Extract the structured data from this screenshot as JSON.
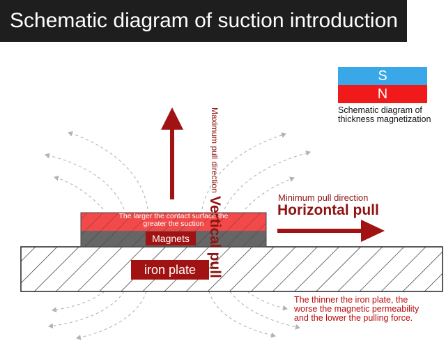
{
  "title": "Schematic diagram of suction introduction",
  "legend": {
    "south": "S",
    "north": "N",
    "caption_line1": "Schematic diagram of",
    "caption_line2": "thickness magnetization"
  },
  "vertical": {
    "small": "Maximum pull direction",
    "big": "Vertical pull"
  },
  "horizontal": {
    "small": "Minimum pull direction",
    "big": "Horizontal pull"
  },
  "magnet": {
    "contact_line1": "The larger the contact surface the",
    "contact_line2": "greater the suction",
    "label": "Magnets"
  },
  "iron_plate": {
    "label": "iron plate"
  },
  "note": {
    "line1": "The thinner the iron plate, the",
    "line2": "worse the magnetic permeability",
    "line3": "and the lower the pulling force."
  },
  "colors": {
    "title_bg": "#1e1e1e",
    "arrow": "#a11212",
    "magnet_top": "#f24a4a",
    "magnet_bottom": "#666666",
    "legend_s": "#3aa7e8",
    "legend_n": "#f01a1a",
    "note_text": "#b50d0d"
  }
}
